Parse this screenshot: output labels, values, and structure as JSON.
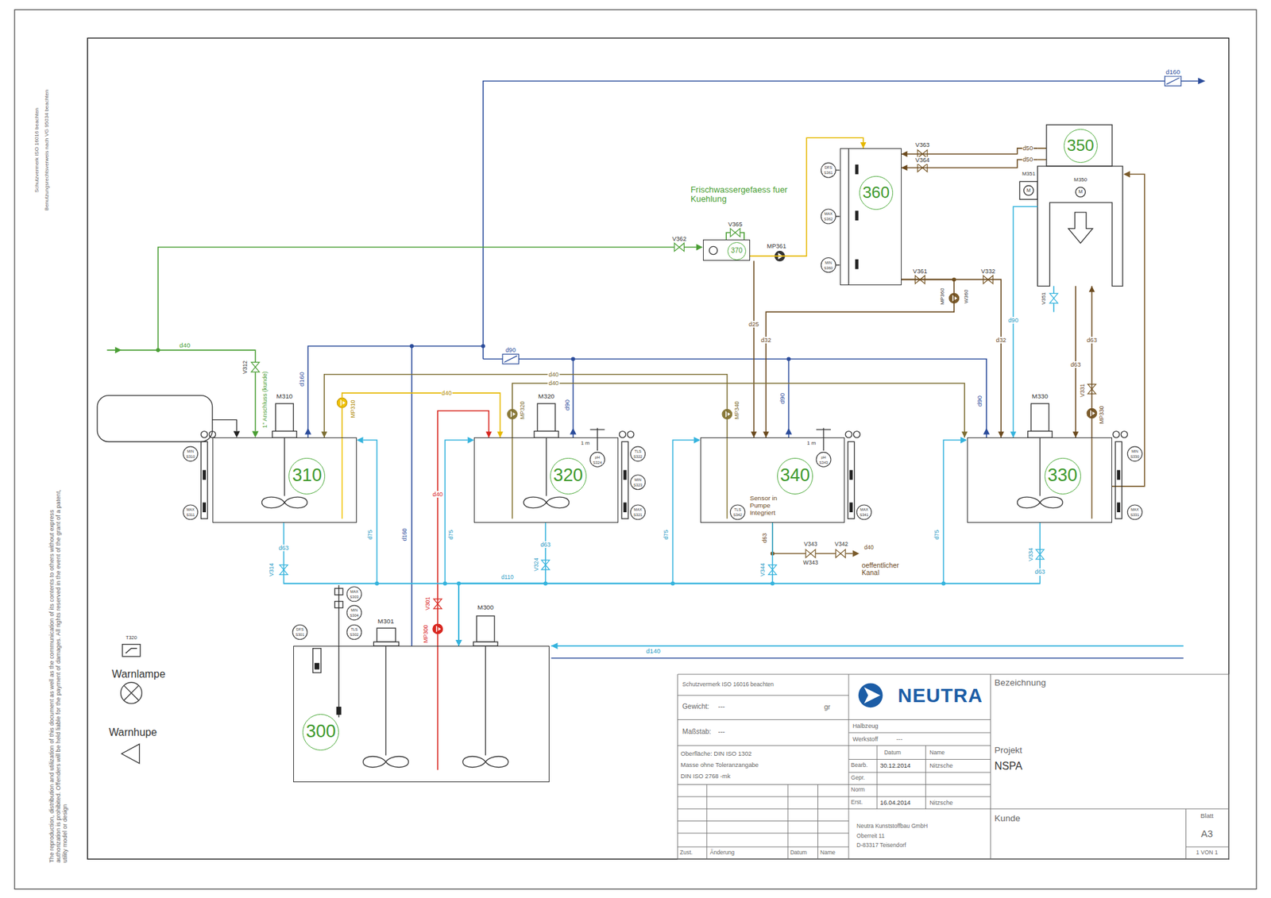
{
  "diagram": {
    "nodes": [
      {
        "text": [
          "360"
        ]
      },
      {
        "text": [
          "350"
        ]
      },
      {
        "text": [
          "370"
        ]
      },
      {
        "text": [
          "310"
        ]
      },
      {
        "text": [
          "320"
        ]
      },
      {
        "text": [
          "340"
        ]
      },
      {
        "text": [
          "330"
        ]
      },
      {
        "text": [
          "300"
        ]
      }
    ],
    "edges": [
      {
        "from": 1,
        "to": 0,
        "arrow": "to",
        "label": "d50"
      },
      {
        "from": 1,
        "to": 0,
        "arrow": "to",
        "label": "d50"
      },
      {
        "from": 2,
        "to": 0,
        "arrow": "to"
      },
      {
        "from": 0,
        "to": 5,
        "arrow": "to",
        "label": "d32"
      },
      {
        "from": 0,
        "to": 6,
        "arrow": "to",
        "label": "d32"
      },
      {
        "from": 2,
        "to": 5,
        "arrow": "to",
        "label": "d25"
      },
      {
        "from": 3,
        "to": 4,
        "arrow": "to",
        "label": "d40"
      },
      {
        "from": 7,
        "to": 4,
        "arrow": "to",
        "label": "d40"
      },
      {
        "from": 4,
        "to": 6,
        "arrow": "to",
        "label": "d40"
      },
      {
        "from": 5,
        "to": 3,
        "arrow": "to",
        "label": "d40"
      },
      {
        "from": 3,
        "to": 7,
        "arrow": "to",
        "label": "d63"
      },
      {
        "from": 4,
        "to": 7,
        "arrow": "to",
        "label": "d63"
      },
      {
        "from": 5,
        "to": 7,
        "arrow": "to"
      },
      {
        "from": 6,
        "to": 7,
        "arrow": "to",
        "label": "d63"
      },
      {
        "from": 1,
        "to": 6,
        "arrow": "to",
        "label": "d63"
      },
      {
        "from": 6,
        "to": 1,
        "arrow": "to",
        "label": "d63"
      },
      {
        "from": 1,
        "to": 6,
        "arrow": "to",
        "label": "d90"
      }
    ],
    "labels": [
      "d160",
      "Frischwassergefaess fuer Kuehlung",
      "V365",
      "V362",
      "MP361",
      "V363",
      "V364",
      "M351",
      "M",
      "M350",
      "M",
      "V361",
      "V332",
      "MP360",
      "W360",
      "V351",
      "d40",
      "V312",
      "1\" Anschluss (kunde)",
      "d160",
      "M310",
      "MP310",
      "M320",
      "MP320",
      "d90",
      "d90",
      "MP340",
      "d90",
      "d90",
      "M330",
      "V331",
      "MP330",
      "1 m",
      "1 m",
      "MIN",
      "S310",
      "MAX",
      "S311",
      "pH",
      "S324",
      "TLS",
      "S322",
      "MIN",
      "S323",
      "MAX",
      "S321",
      "pH",
      "S343",
      "TLS",
      "S342",
      "MAX",
      "S341",
      "MIN",
      "S330",
      "MAX",
      "S331",
      "DFS",
      "S301",
      "MAX",
      "S303",
      "MIN",
      "S304",
      "TLS",
      "S302",
      "DFS",
      "S361",
      "MAX",
      "S362",
      "MIN",
      "S360",
      "Sensor in Pumpe Integriert",
      "d63",
      "V343",
      "W343",
      "V342",
      "d40",
      "oeffentlicher Kanal",
      "V314",
      "d75",
      "d160",
      "d75",
      "V324",
      "d110",
      "d75",
      "V344",
      "d75",
      "V334",
      "V301",
      "MP300",
      "M301",
      "M300",
      "d140",
      "T320",
      "Warnlampe",
      "Warnhupe",
      "Schutzvermerk ISO 16016 beachten",
      "Benutzungsrechtsverweis nach VG 95034 beachten",
      "The reproduction, distribution and utilization of this document as well as the communication of its contents to others without express authorization is prohibited. Offenders will be held liable for the payment of damages. All rights reserved in the event of the grant of a patent, utility model or design",
      "Schutzvermerk ISO 16016 beachten",
      "Gewicht:",
      "---",
      "gr",
      "Maßstab:",
      "---",
      "Oberfläche: DIN ISO 1302",
      "Masse ohne Toleranzangabe",
      "DIN ISO 2768 -mk",
      "NEUTRA",
      "Halbzeug",
      "Werkstoff",
      "---",
      "Datum",
      "Name",
      "Bearb.",
      "30.12.2014",
      "Nitzsche",
      "Gepr.",
      "Norm",
      "Erst.",
      "16.04.2014",
      "Nitzsche",
      "Neutra Kunststoffbau GmbH",
      "Oberreit 11",
      "D-83317 Teisendorf",
      "Zust.",
      "Änderung",
      "Datum",
      "Name",
      "Bezeichnung",
      "Projekt",
      "NSPA",
      "Kunde",
      "Blatt",
      "A3",
      "1 VON 1"
    ]
  }
}
